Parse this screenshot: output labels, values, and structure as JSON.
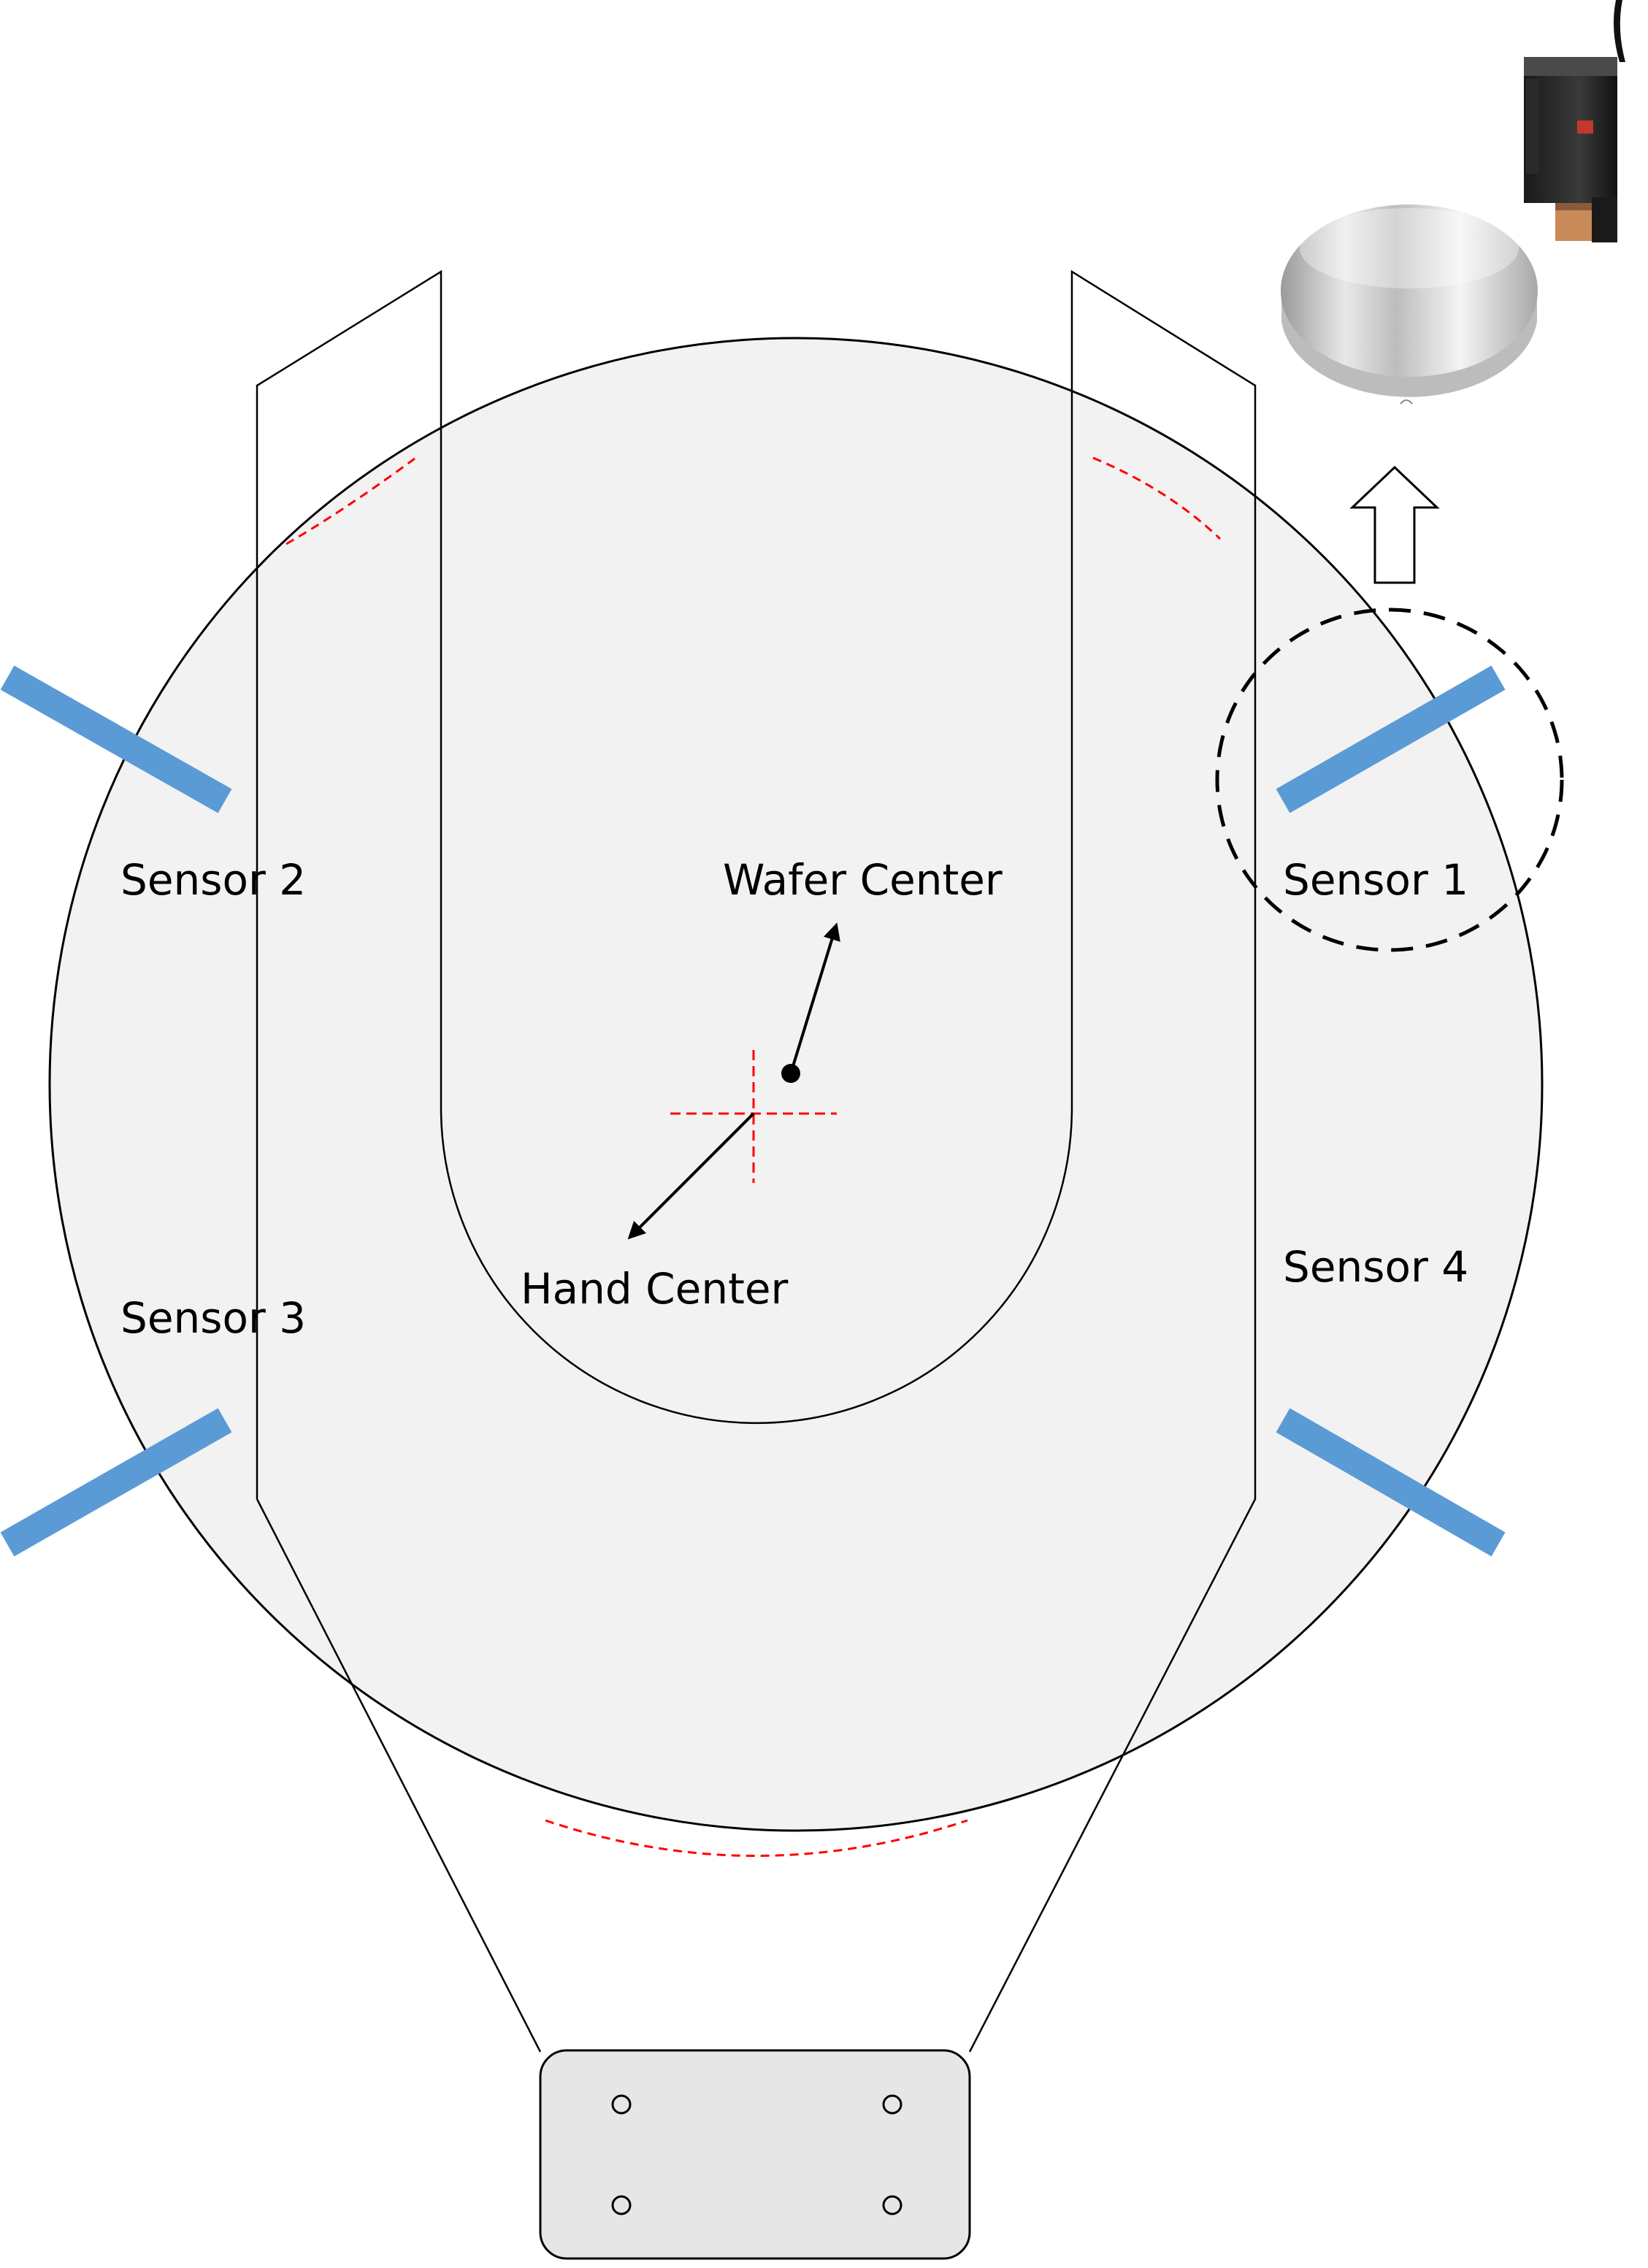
{
  "labels": {
    "sensor_1": "Sensor 1",
    "sensor_2": "Sensor 2",
    "sensor_3": "Sensor 3",
    "sensor_4": "Sensor 4",
    "wafer_center": "Wafer Center",
    "hand_center": "Hand Center"
  },
  "colors": {
    "wafer_fill": "#f2f2f2",
    "outline": "#000000",
    "sensor": "#5b9bd5",
    "reference_dashes": "#ff0000",
    "base_plate": "#e6e6e6"
  },
  "icons": {
    "sensor_photo": "through-beam-sensor-on-wafer-photo-icon",
    "up_arrow": "hollow-up-arrow-icon"
  }
}
